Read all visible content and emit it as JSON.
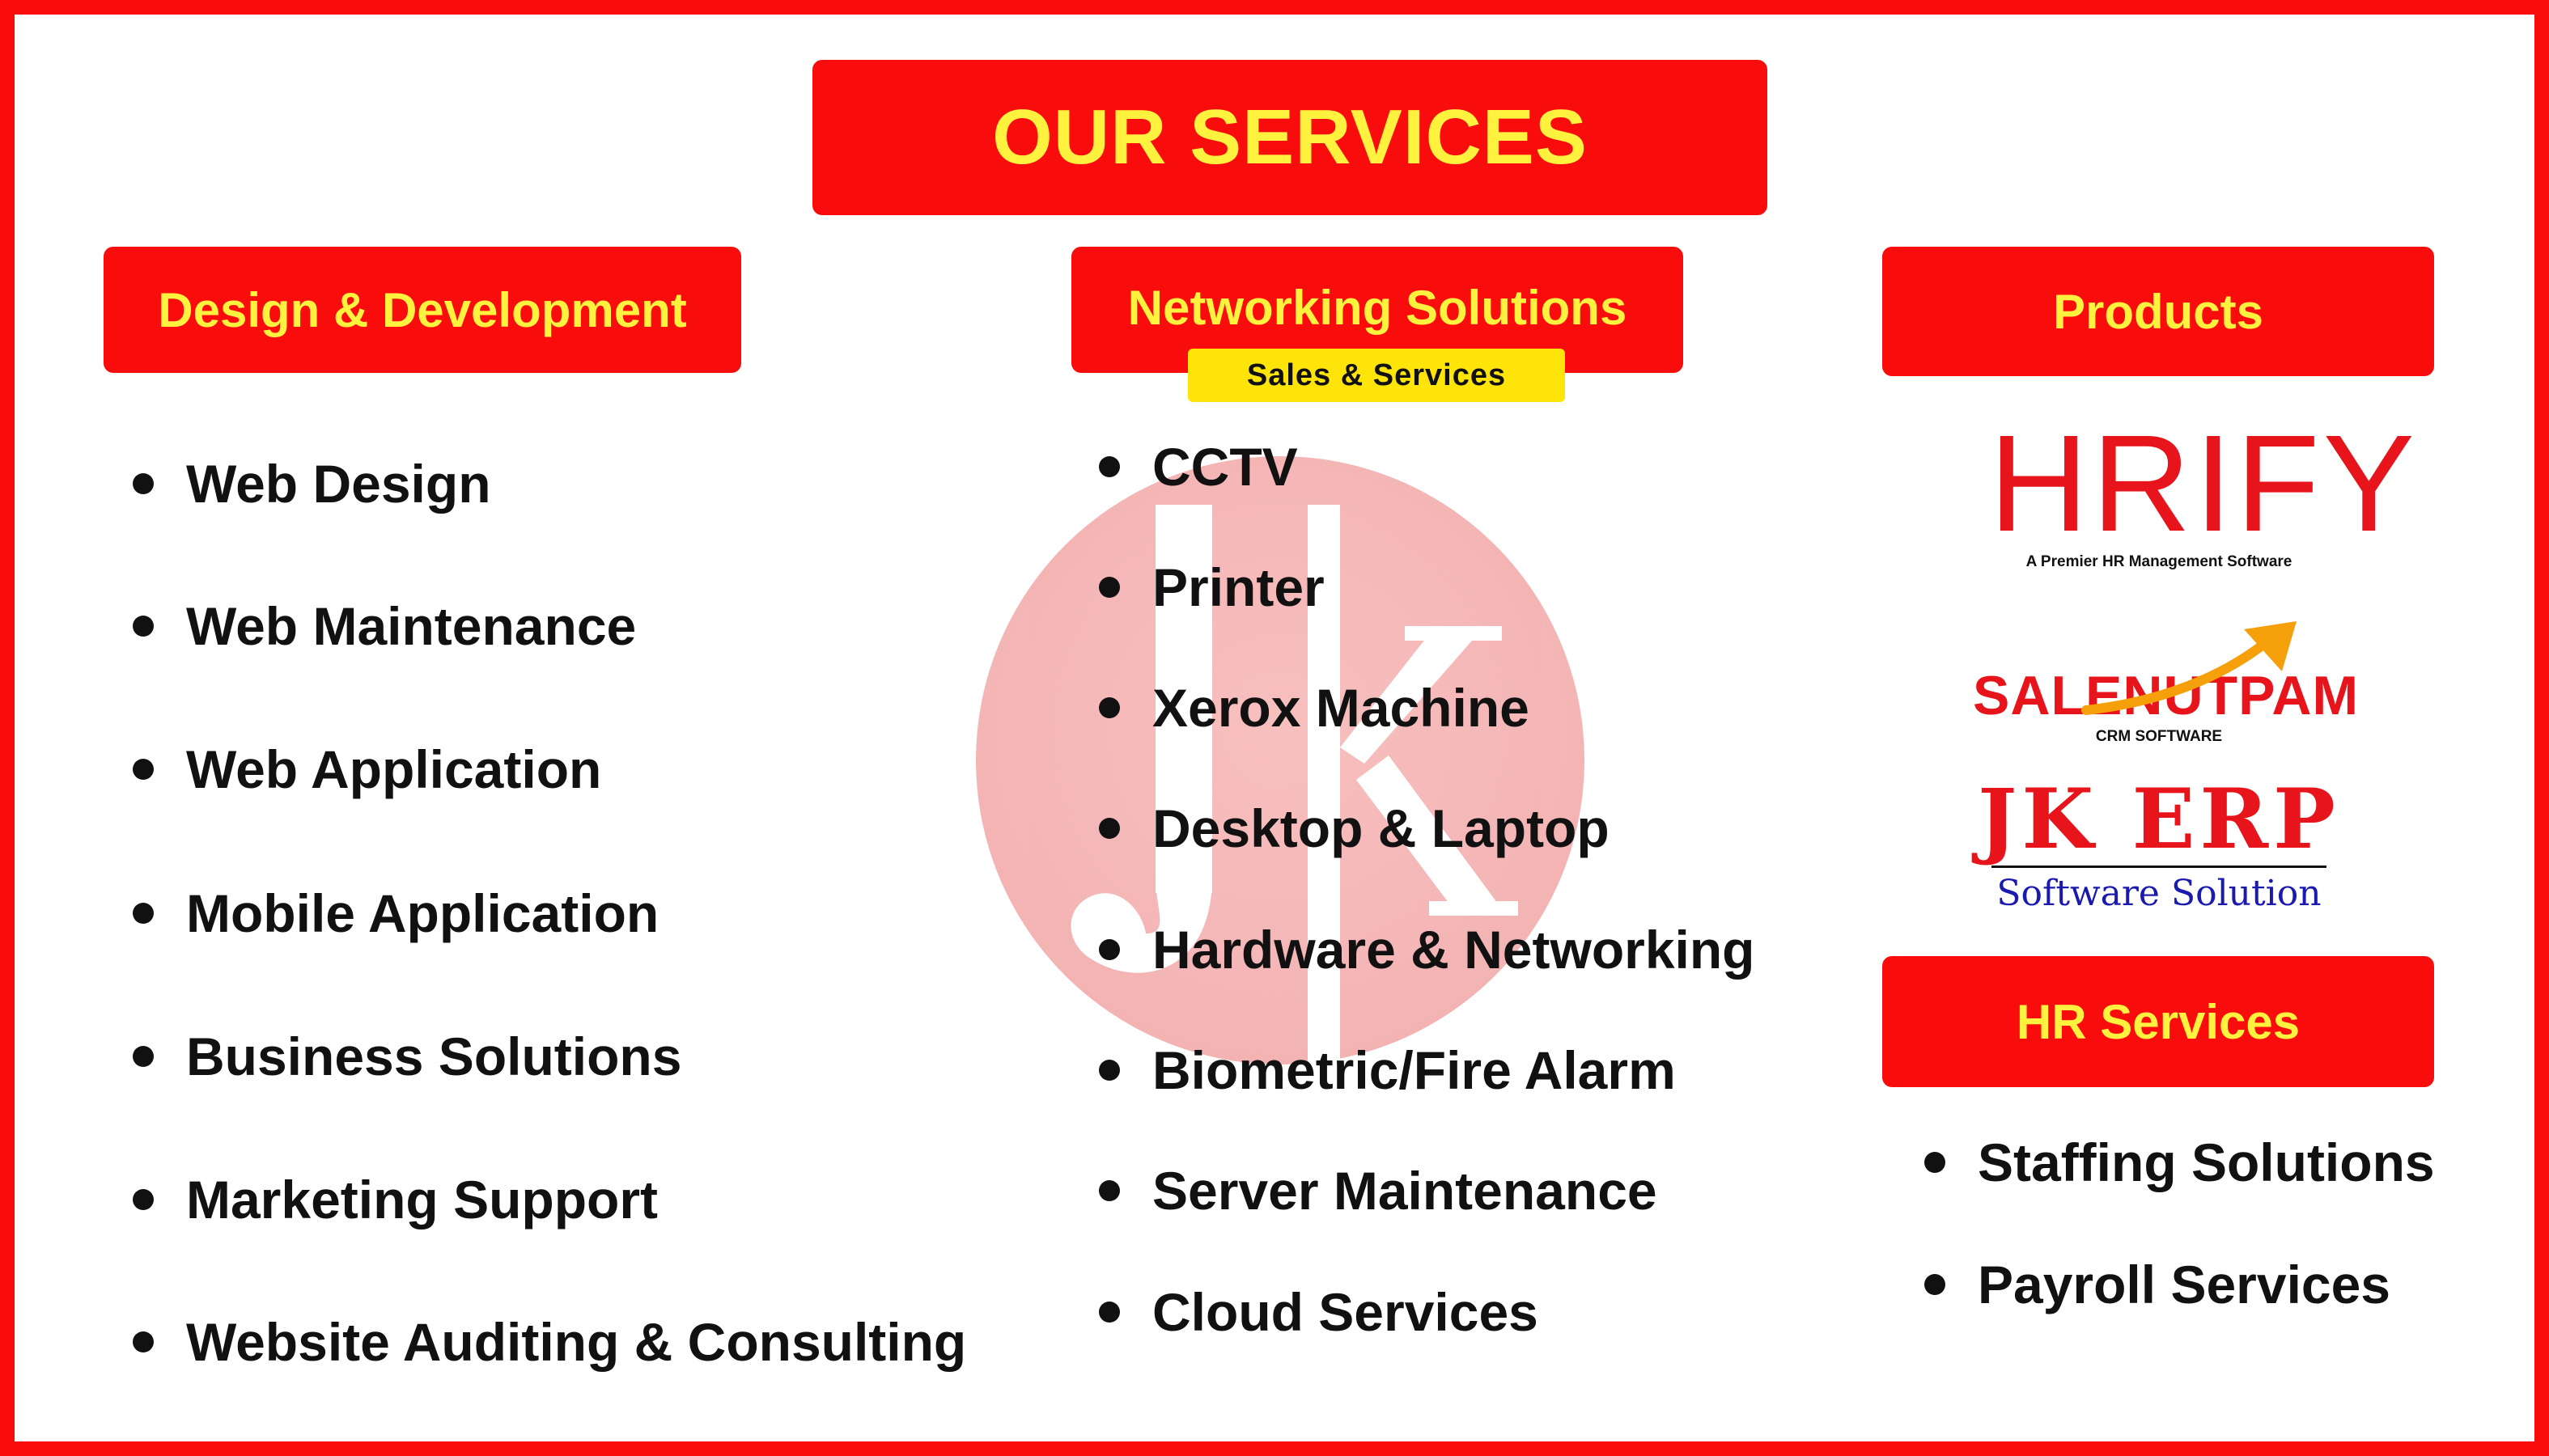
{
  "header": {
    "title": "OUR SERVICES"
  },
  "columns": {
    "design": {
      "heading": "Design & Development",
      "items": [
        "Web Design",
        "Web Maintenance",
        "Web Application",
        "Mobile Application",
        "Business Solutions",
        "Marketing Support",
        "Website Auditing & Consulting"
      ]
    },
    "network": {
      "heading": "Networking Solutions",
      "badge": "Sales & Services",
      "items": [
        "CCTV",
        "Printer",
        "Xerox Machine",
        "Desktop & Laptop",
        "Hardware & Networking",
        "Biometric/Fire Alarm",
        "Server Maintenance",
        "Cloud Services"
      ]
    },
    "products": {
      "heading": "Products",
      "logos": {
        "hrify": {
          "name": "HRIFY",
          "tagline": "A Premier HR Management Software"
        },
        "salenutpam": {
          "name": "SALENUTPAM",
          "tagline": "CRM SOFTWARE"
        },
        "jkerp": {
          "name": "JK ERP",
          "tagline": "Software Solution"
        }
      }
    },
    "hr": {
      "heading": "HR Services",
      "items": [
        "Staffing Solutions",
        "Payroll Services"
      ]
    }
  },
  "watermark": {
    "text": "JK"
  },
  "colors": {
    "brand_red": "#f80c0c",
    "heading_yellow": "#fff23f",
    "badge_yellow": "#ffe40a",
    "text_dark": "#111111",
    "erp_blue": "#1a1ab0",
    "arrow_orange": "#f5a00a"
  }
}
